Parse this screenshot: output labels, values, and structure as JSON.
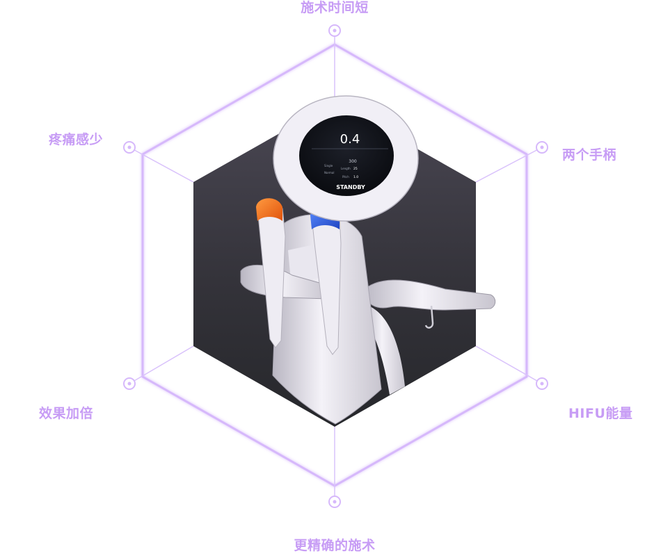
{
  "features": {
    "top": "施术时间短",
    "top_right": "两个手柄",
    "top_left": "疼痛感少",
    "bottom_left": "效果加倍",
    "bottom_right": "HIFU能量",
    "bottom": "更精确的施术"
  },
  "device_screen": {
    "value": "0.4",
    "status": "STANDBY",
    "count": "300",
    "row_single": "Single",
    "row_normal": "Normal",
    "row_length": "Length",
    "row_pitch": "Pitch",
    "length_value": "25",
    "pitch_value": "1.0"
  },
  "colors": {
    "accent": "#c79cf5",
    "handle_orange": "#f06a18",
    "handle_blue": "#2f63e0",
    "panel_dark": "#2e2e33"
  }
}
